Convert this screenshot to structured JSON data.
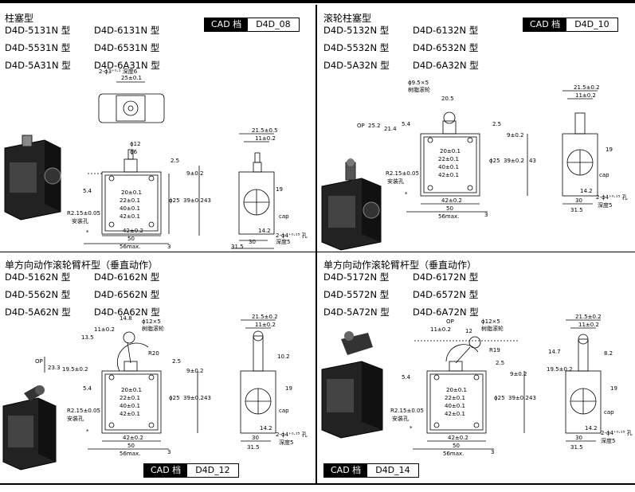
{
  "cad_label": "CAD 档",
  "panels": [
    {
      "title": "柱塞型",
      "cad_code": "D4D_08",
      "models": [
        "D4D-5131N 型",
        "D4D-6131N 型",
        "D4D-5531N 型",
        "D4D-6531N 型",
        "D4D-5A31N 型",
        "D4D-6A31N 型"
      ]
    },
    {
      "title": "滚轮柱塞型",
      "cad_code": "D4D_10",
      "models": [
        "D4D-5132N 型",
        "D4D-6132N 型",
        "D4D-5532N 型",
        "D4D-6532N 型",
        "D4D-5A32N 型",
        "D4D-6A32N 型"
      ]
    },
    {
      "title": "单方向动作滚轮臂杆型（垂直动作）",
      "cad_code": "D4D_12",
      "models": [
        "D4D-5162N 型",
        "D4D-6162N 型",
        "D4D-5562N 型",
        "D4D-6562N 型",
        "D4D-5A62N 型",
        "D4D-6A62N 型"
      ]
    },
    {
      "title": "单方向动作滚轮臂杆型（垂直动作）",
      "cad_code": "D4D_14",
      "models": [
        "D4D-5172N 型",
        "D4D-6172N 型",
        "D4D-5572N 型",
        "D4D-6572N 型",
        "D4D-5A72N 型",
        "D4D-6A72N 型"
      ]
    }
  ],
  "dims": {
    "p1": {
      "top_hole": "2-ϕ3⁺⁰·¹ 深度6",
      "top_w": "25±0.1",
      "plunger_d": "ϕ12",
      "plunger_d2": "ϕ6",
      "d_2_5": "2.5",
      "d_9": "9±0.2",
      "d_54": "5.4",
      "d_20": "20±0.1",
      "d_22": "22±0.1",
      "d_40": "40±0.1",
      "d_42": "42±0.1",
      "d_phi25": "ϕ25",
      "d_39": "39±0.2",
      "d_43": "43",
      "d_r215": "R2.15±0.05",
      "d_mount": "安装孔",
      "d_42b": "42±0.2",
      "d_50": "50",
      "d_56": "56max.",
      "d_3": "3",
      "d_star": "*",
      "s_215": "21.5±0.5",
      "s_11": "11±0.2",
      "s_19": "19",
      "s_cap": "cap",
      "s_142": "14.2",
      "s_30": "30",
      "s_315": "31.5",
      "s_hole": "2-ϕ4⁺⁰·¹⁵ 孔",
      "s_depth": "深度5"
    },
    "p2": {
      "roller": "ϕ9.5×5",
      "roller_mat": "树脂滚轮",
      "d_205": "20.5",
      "op": "OP",
      "d_252": "25.2",
      "d_214": "21.4",
      "d_54": "5.4",
      "d_2_5": "2.5",
      "d_9": "9±0.2",
      "d_20": "20±0.1",
      "d_22": "22±0.1",
      "d_40": "40±0.1",
      "d_42": "42±0.1",
      "d_phi25": "ϕ25",
      "d_39": "39±0.2",
      "d_43": "43",
      "d_r215": "R2.15±0.05",
      "d_mount": "安装孔",
      "d_42b": "42±0.2",
      "d_50": "50",
      "d_56": "56max.",
      "d_3": "3",
      "d_star": "*",
      "s_215": "21.5±0.2",
      "s_11": "11±0.2",
      "s_19": "19",
      "s_cap": "cap",
      "s_142": "14.2",
      "s_30": "30",
      "s_315": "31.5",
      "s_hole": "2-ϕ4⁺⁰·¹⁵ 孔",
      "s_depth": "深度5"
    },
    "p3": {
      "d_148": "14.8",
      "roller": "ϕ12×5",
      "roller_mat": "树脂滚轮",
      "d_11": "11±0.2",
      "d_135": "13.5",
      "d_r20": "R20",
      "op": "OP",
      "d_233": "23.3",
      "d_195": "19.5±0.2",
      "d_2_5": "2.5",
      "d_9": "9±0.2",
      "d_54": "5.4",
      "d_20": "20±0.1",
      "d_22": "22±0.1",
      "d_40": "40±0.1",
      "d_42": "42±0.1",
      "d_phi25": "ϕ25",
      "d_39": "39±0.2",
      "d_43": "43",
      "d_r215": "R2.15±0.05",
      "d_mount": "安装孔",
      "d_42b": "42±0.2",
      "d_50": "50",
      "d_56": "56max.",
      "d_3": "3",
      "d_star": "*",
      "s_215": "21.5±0.2",
      "s_11": "11±0.2",
      "s_102": "10.2",
      "s_19": "19",
      "s_cap": "cap",
      "s_142": "14.2",
      "s_30": "30",
      "s_315": "31.5",
      "s_hole": "2-ϕ4⁺⁰·¹⁵ 孔",
      "s_depth": "深度5"
    },
    "p4": {
      "op": "OP",
      "roller": "ϕ12×5",
      "roller_mat": "树脂滚轮",
      "d_11": "11±0.2",
      "d_12": "12",
      "d_r19": "R19",
      "d_147": "14.7",
      "d_195": "19.5±0.2",
      "d_2_5": "2.5",
      "d_9": "9±0.2",
      "d_54": "5.4",
      "d_20": "20±0.1",
      "d_22": "22±0.1",
      "d_40": "40±0.1",
      "d_42": "42±0.1",
      "d_phi25": "ϕ25",
      "d_39": "39±0.2",
      "d_43": "43",
      "d_r215": "R2.15±0.05",
      "d_mount": "安装孔",
      "d_42b": "42±0.2",
      "d_50": "50",
      "d_56": "56max.",
      "d_3": "3",
      "d_star": "*",
      "s_215": "21.5±0.2",
      "s_11": "11±0.2",
      "s_82": "8.2",
      "s_19": "19",
      "s_cap": "cap",
      "s_142": "14.2",
      "s_30": "30",
      "s_315": "31.5",
      "s_hole": "2-ϕ4⁺⁰·¹⁵ 孔",
      "s_depth": "深度5"
    }
  }
}
